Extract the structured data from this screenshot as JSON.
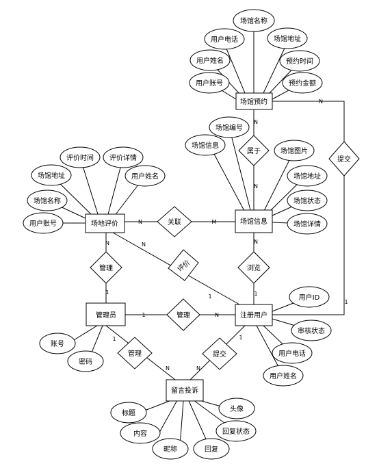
{
  "entities": {
    "venue_booking": "场馆预约",
    "venue_info": "场馆信息",
    "venue_review": "场地评价",
    "admin": "管理员",
    "registered_user": "注册用户",
    "message_complaint": "留言投诉"
  },
  "relationships": {
    "belongs_to": "属于",
    "submit_booking": "提交",
    "associate": "关联",
    "review": "评价",
    "manage_review": "管理",
    "browse": "浏览",
    "manage_user": "管理",
    "manage_message": "管理",
    "submit_message": "提交"
  },
  "attributes": {
    "booking": [
      "场馆名称",
      "用户电话",
      "场馆地址",
      "用户姓名",
      "预约时间",
      "用户账号",
      "预约金额"
    ],
    "info": [
      "场馆编号",
      "场馆信息",
      "场馆图片",
      "场馆地址",
      "场馆状态",
      "场馆详情"
    ],
    "review": [
      "评价时间",
      "评价详情",
      "场馆地址",
      "用户姓名",
      "场馆名称",
      "用户账号"
    ],
    "admin": [
      "账号",
      "密码"
    ],
    "user": [
      "用户ID",
      "审核状态",
      "用户电话",
      "用户姓名"
    ],
    "message": [
      "标题",
      "头像",
      "内容",
      "回复状态",
      "昵称",
      "回复"
    ]
  },
  "cardinality": {
    "n": "N",
    "m": "M",
    "one": "1"
  }
}
